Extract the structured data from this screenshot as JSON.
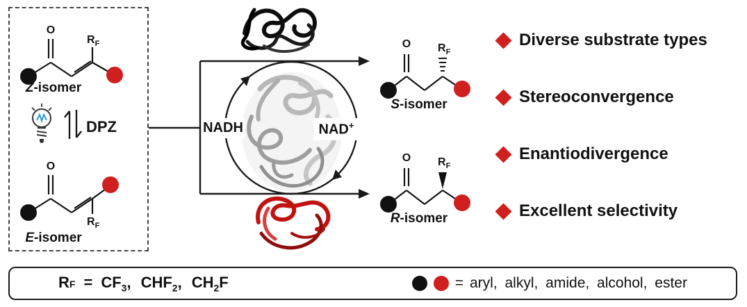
{
  "colors": {
    "accent_red": "#d01f1f",
    "ink_black": "#111111",
    "protein_black": "#0d0d0d",
    "protein_gray": "#a6a6a6",
    "protein_red": "#b31212"
  },
  "panel": {
    "z_isomer_prefix": "Z",
    "z_isomer_suffix": "-isomer",
    "e_isomer_prefix": "E",
    "e_isomer_suffix": "-isomer",
    "dpz_label": "DPZ"
  },
  "chem": {
    "o_label": "O",
    "rf_base": "R",
    "rf_sub": "F"
  },
  "cycle": {
    "nadh_label": "NADH",
    "nad_base": "NAD",
    "nad_sup": "+"
  },
  "products": {
    "s_isomer_prefix": "S",
    "s_isomer_suffix": "-isomer",
    "r_isomer_prefix": "R",
    "r_isomer_suffix": "-isomer"
  },
  "features": [
    {
      "text": "Diverse substrate types"
    },
    {
      "text": "Stereoconvergence"
    },
    {
      "text": "Enantiodivergence"
    },
    {
      "text": "Excellent selectivity"
    }
  ],
  "legend": {
    "rf_base": "R",
    "rf_sub": "F",
    "equals": "=",
    "values": [
      {
        "pre": "CF",
        "sub": "3",
        "post": ","
      },
      {
        "pre": "CHF",
        "sub": "2",
        "post": ","
      },
      {
        "pre": "CH",
        "sub": "2",
        "post": "F"
      }
    ],
    "groups_equals": "=",
    "groups_text": "aryl, alkyl, amide, alcohol, ester"
  }
}
